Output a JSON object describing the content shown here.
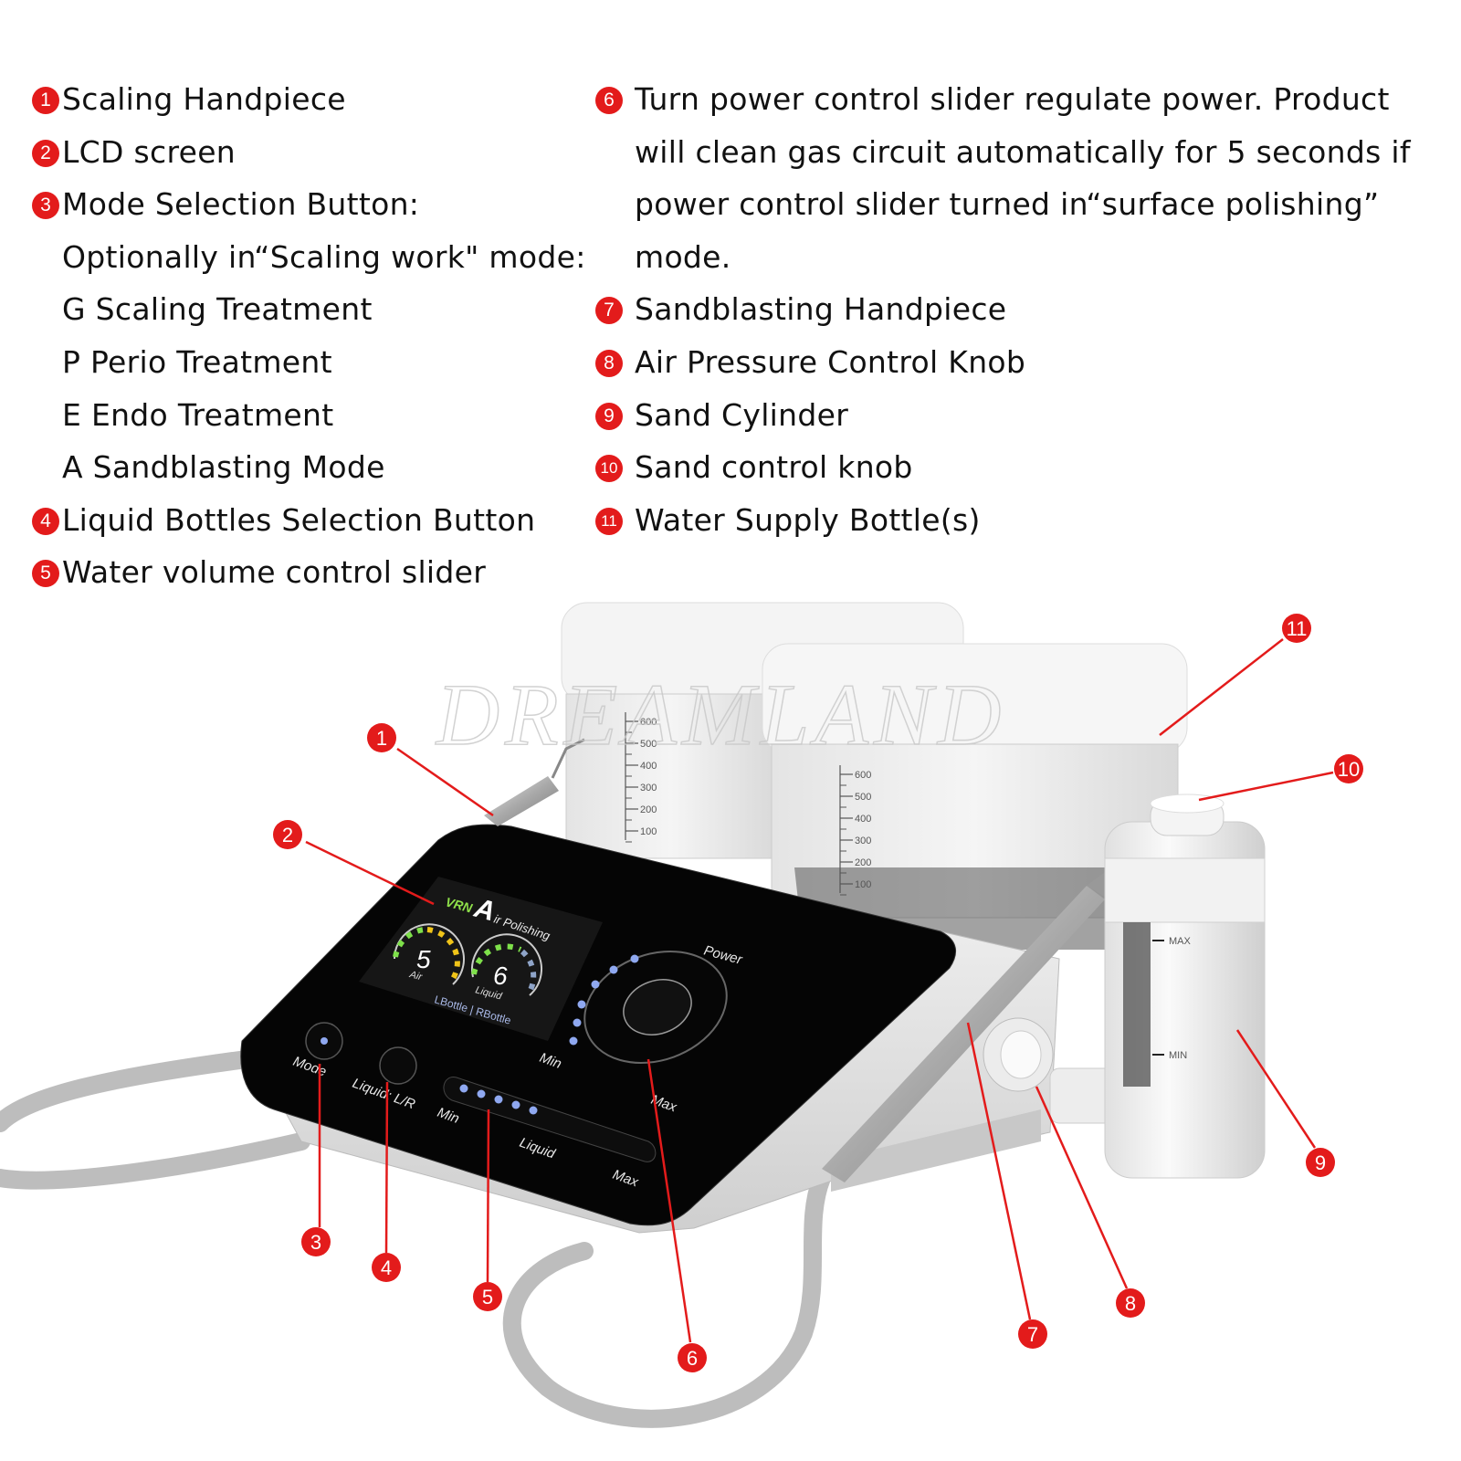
{
  "legend_left": [
    {
      "badge": "1",
      "text": "Scaling Handpiece"
    },
    {
      "badge": "2",
      "text": "LCD screen"
    },
    {
      "badge": "3",
      "text": "Mode Selection Button:"
    },
    {
      "badge": "",
      "text": "Optionally in“Scaling work\" mode:"
    },
    {
      "badge": "",
      "text": "G Scaling Treatment"
    },
    {
      "badge": "",
      "text": "P Perio Treatment"
    },
    {
      "badge": "",
      "text": "E Endo Treatment"
    },
    {
      "badge": "",
      "text": "A Sandblasting Mode"
    },
    {
      "badge": "4",
      "text": "Liquid Bottles Selection Button"
    },
    {
      "badge": "5",
      "text": "Water volume control slider"
    }
  ],
  "legend_right": [
    {
      "badge": "6",
      "text": "Turn power control slider regulate power. Product"
    },
    {
      "badge": "",
      "text": "will clean gas circuit automatically for 5 seconds if"
    },
    {
      "badge": "",
      "text": "power control slider turned in“surface polishing”"
    },
    {
      "badge": "",
      "text": "mode."
    },
    {
      "badge": "7",
      "text": "Sandblasting Handpiece"
    },
    {
      "badge": "8",
      "text": "Air Pressure Control Knob"
    },
    {
      "badge": "9",
      "text": "Sand Cylinder"
    },
    {
      "badge": "10",
      "text": "Sand control knob"
    },
    {
      "badge": "11",
      "text": "Water Supply Bottle(s)"
    }
  ],
  "watermark": "DREAMLAND",
  "callouts": [
    "1",
    "2",
    "3",
    "4",
    "5",
    "6",
    "7",
    "8",
    "9",
    "10",
    "11"
  ],
  "lcd": {
    "brand": "VRN",
    "mode_letter": "A",
    "mode_rest": "ir Polishing",
    "air_value": "5",
    "air_label": "Air",
    "liquid_value": "6",
    "liquid_label": "Liquid",
    "bottle_select": "LBottle | RBottle"
  },
  "panel": {
    "mode": "Mode",
    "liquid_lr": "Liquid: L/R",
    "slider_min": "Min",
    "slider_label": "Liquid",
    "slider_max": "Max",
    "power": "Power",
    "power_min": "Min",
    "power_max": "Max"
  },
  "tank_scale": [
    "600",
    "500",
    "400",
    "300",
    "200",
    "100"
  ],
  "bottle": {
    "max": "MAX",
    "min": "MIN"
  },
  "colors": {
    "accent_red": "#e31b1b",
    "led_blue": "#8fa8f0",
    "gauge_green": "#7ee04a",
    "gauge_yellow": "#f0c419"
  }
}
